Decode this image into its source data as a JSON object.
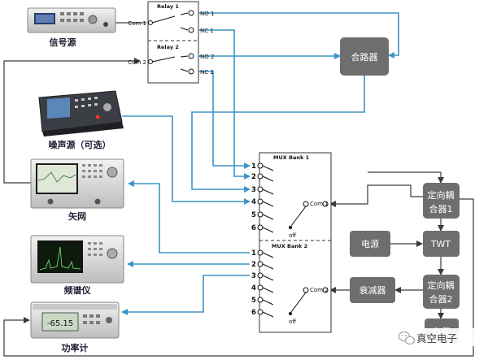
{
  "instruments": {
    "signal_source": "信号源",
    "noise_source": "噪声源（可选）",
    "vna": "矢网",
    "spectrum_analyzer": "频谱仪",
    "power_meter": "功率计",
    "power_meter_display": "-65.15"
  },
  "relay_box": {
    "relay1": "Relay 1",
    "relay2": "Relay 2",
    "com1": "Com 1",
    "com2": "Com 2",
    "no1": "NO 1",
    "nc1": "NC 1",
    "no2": "NO 2",
    "nc2": "NC 2"
  },
  "mux": {
    "bank1": "MUX Bank 1",
    "bank2": "MUX Bank 2",
    "com1": "Com 1",
    "com2": "Com 2",
    "off": "off",
    "ports": [
      "1",
      "2",
      "3",
      "4",
      "5",
      "6"
    ]
  },
  "blocks": {
    "combiner": "合路器",
    "coupler1_l1": "定向耦",
    "coupler1_l2": "合器1",
    "power_supply": "电源",
    "twt": "TWT",
    "attenuator": "衰减器",
    "coupler2_l1": "定向耦",
    "coupler2_l2": "合器2",
    "load": "负载"
  },
  "watermark": "真空电子",
  "colors": {
    "cable_blue": "#3f93c6",
    "cable_dark": "#3a3a3a",
    "block_fill": "#6e6e6e"
  }
}
